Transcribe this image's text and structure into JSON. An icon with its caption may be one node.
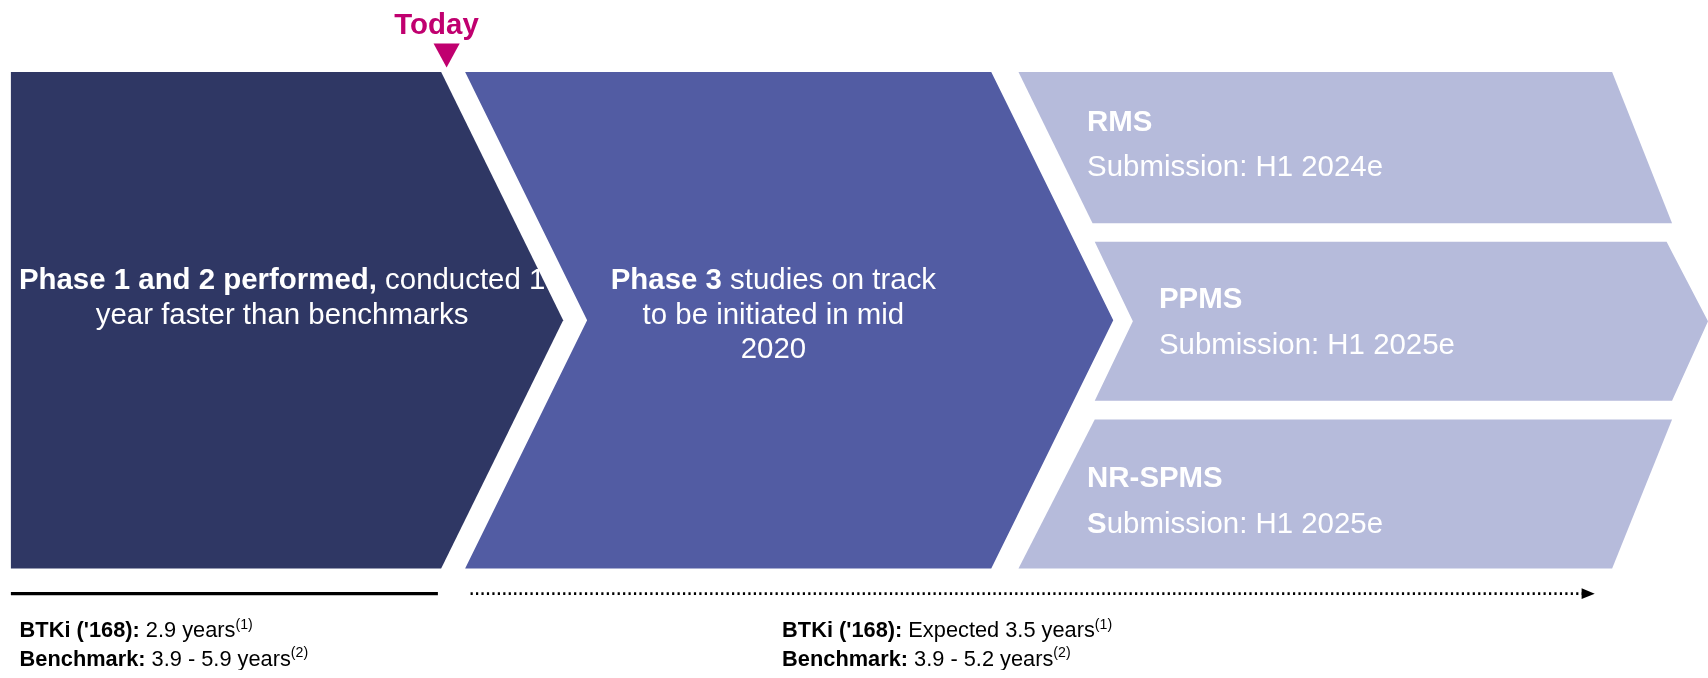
{
  "diagram": {
    "nodes": [
      {
        "text": [
          "**Phase 1 and 2 performed,** conducted 1 year faster than benchmarks"
        ]
      },
      {
        "text": [
          "**Phase 3** studies on track to be initiated in mid 2020"
        ]
      },
      {
        "text": [
          "RMS",
          "Submission: H1 2024e"
        ]
      },
      {
        "text": [
          "PPMS",
          "Submission: H1 2025e"
        ]
      },
      {
        "text": [
          "NR-SPMS",
          "**S**ubmission: H1 2025e"
        ]
      }
    ],
    "labels": [
      "Today",
      "**BTKi ('168):** 2.9 years$^{(1)}$",
      "**BTKi ('168):** Expected 3.5 years$^{(1)}$",
      "**Benchmark:** 3.9 - 5.9 years$^{(2)}$",
      "**Benchmark:** 3.9 - 5.2 years$^{(2)}$"
    ]
  }
}
